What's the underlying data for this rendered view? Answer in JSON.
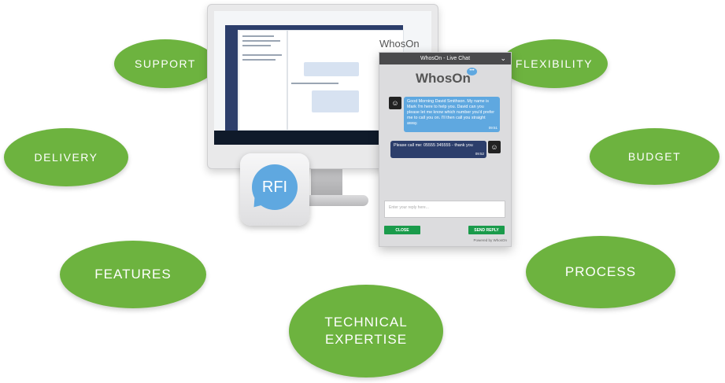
{
  "bubbles": {
    "support": "SUPPORT",
    "flexibility": "FLEXIBILITY",
    "delivery": "DELIVERY",
    "budget": "BUDGET",
    "features": "FEATURES",
    "process": "PROCESS",
    "technical_line1": "TECHNICAL",
    "technical_line2": "EXPERTISE"
  },
  "rfi_label": "RFI",
  "screen_logo": "WhosOn",
  "chat": {
    "title": "WhosOn - Live Chat",
    "logo": "WhosOn",
    "operator_message": "Good Morning David Smithson. My name is Mark I'm here to help you. David can you please let me know which number you'd prefer me to call you on. I'll then call you straight away.",
    "operator_time": "09:51",
    "visitor_message": "Please call me: 05555 345555 - thank you",
    "visitor_time": "09:52",
    "input_placeholder": "Enter your reply here...",
    "close_label": "CLOSE",
    "send_label": "SEND REPLY",
    "powered": "Powered by WhosOn"
  },
  "colors": {
    "green": "#6db33f",
    "blue": "#5fa8e0",
    "navy": "#2c3e6b",
    "button": "#1a9b4b"
  }
}
